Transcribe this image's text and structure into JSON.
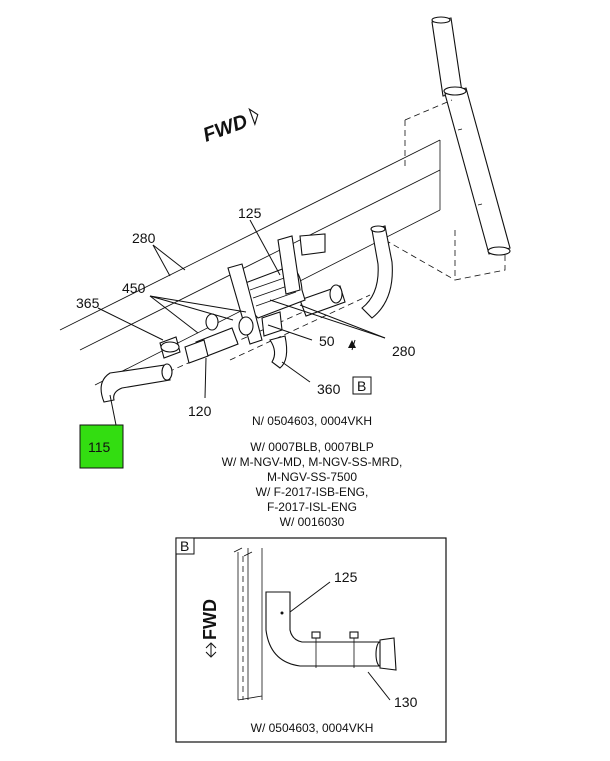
{
  "fwd_marker": "FWD",
  "callouts": {
    "c125": "125",
    "c280_left": "280",
    "c280_right": "280",
    "c365": "365",
    "c450": "450",
    "c50": "50",
    "c360": "360",
    "c120": "120",
    "c115": "115",
    "view_ref": "B"
  },
  "highlight_color": "#33dd11",
  "notes": {
    "line1": "N/ 0504603, 0004VKH",
    "line2": "W/ 0007BLB, 0007BLP",
    "line3": "W/ M-NGV-MD, M-NGV-SS-MRD,",
    "line4": "M-NGV-SS-7500",
    "line5": "W/ F-2017-ISB-ENG,",
    "line6": "F-2017-ISL-ENG",
    "line7": "W/ 0016030"
  },
  "detail": {
    "tag": "B",
    "fwd": "FWD",
    "c125": "125",
    "c130": "130",
    "caption": "W/ 0504603, 0004VKH"
  }
}
